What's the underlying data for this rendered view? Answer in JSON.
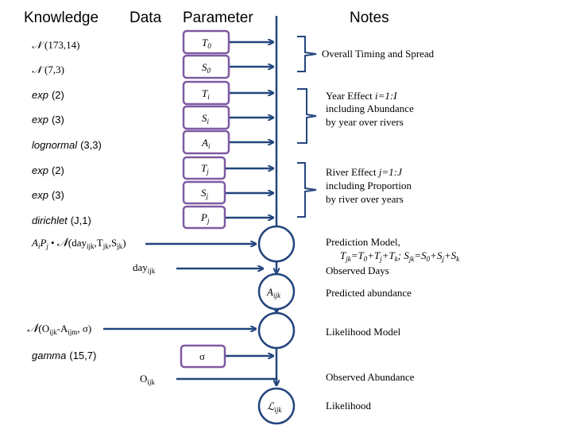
{
  "headers": {
    "knowledge": "Knowledge",
    "data": "Data",
    "parameter": "Parameter",
    "notes": "Notes"
  },
  "knowledge": {
    "n1_args": "(173,14)",
    "n2_args": "(7,3)",
    "exp1_name": "exp",
    "exp1_args": "(2)",
    "exp2_name": "exp",
    "exp2_args": "(3)",
    "lognormal_name": "lognormal",
    "lognormal_args": "(3,3)",
    "exp3_name": "exp",
    "exp3_args": "(2)",
    "exp4_name": "exp",
    "exp4_args": "(3)",
    "dirichlet_name": "dirichlet",
    "dirichlet_args": "(J,1)",
    "gamma_name": "gamma",
    "gamma_args": "(15,7)"
  },
  "prediction_formula": {
    "a": "A",
    "a_sub": "i",
    "p": "P",
    "p_sub": "j",
    "dot": "•",
    "open": "(day",
    "day_sub": "ijk",
    "comma1": ",T",
    "t_sub": "jk",
    "comma2": ",S",
    "s_sub": "jk",
    "close": ")"
  },
  "likelihood_formula": {
    "open": "(O",
    "o_sub": "ijk",
    "minus": "-A",
    "a_sub": "ijm",
    "tail": ", σ)"
  },
  "data_items": {
    "day": "day",
    "day_sub": "ijk",
    "o": "O",
    "o_sub": "ijk"
  },
  "parameters": {
    "t0": "T",
    "t0_sub": "0",
    "s0": "S",
    "s0_sub": "0",
    "ti": "T",
    "ti_sub": "i",
    "si": "S",
    "si_sub": "i",
    "ai": "A",
    "ai_sub": "i",
    "tj": "T",
    "tj_sub": "j",
    "sj": "S",
    "sj_sub": "j",
    "pj": "P",
    "pj_sub": "j",
    "sigma": "σ"
  },
  "nodes": {
    "aijk": "A",
    "aijk_sub": "ijk",
    "likelihood": "ℒ",
    "likelihood_sub": "ijk"
  },
  "notes": {
    "overall": "Overall Timing and Spread",
    "year_prefix": "Year Effect ",
    "year_index": "i=1:I",
    "year_line2": "including Abundance",
    "year_line3": "by year over rivers",
    "river_prefix": "River Effect ",
    "river_index": "j=1:J",
    "river_line2": "including Proportion",
    "river_line3": "by river over years",
    "prediction_title": "Prediction Model,",
    "eq_t": "T",
    "eq_t_sub": "jk",
    "eq_t_rhs": "=T",
    "eq_t0_sub": "0",
    "eq_plus1": "+T",
    "eq_tj_sub": "j",
    "eq_plus2": "+T",
    "eq_tk_sub": "k",
    "eq_sep": "; S",
    "eq_s_sub": "jk",
    "eq_s_rhs": "=S",
    "eq_s0_sub": "0",
    "eq_plus3": "+S",
    "eq_sj_sub": "j",
    "eq_plus4": "+S",
    "eq_sk_sub": "k",
    "observed_days": "Observed Days",
    "predicted_abundance": "Predicted abundance",
    "likelihood_model": "Likelihood Model",
    "observed_abundance": "Observed Abundance",
    "likelihood": "Likelihood"
  }
}
